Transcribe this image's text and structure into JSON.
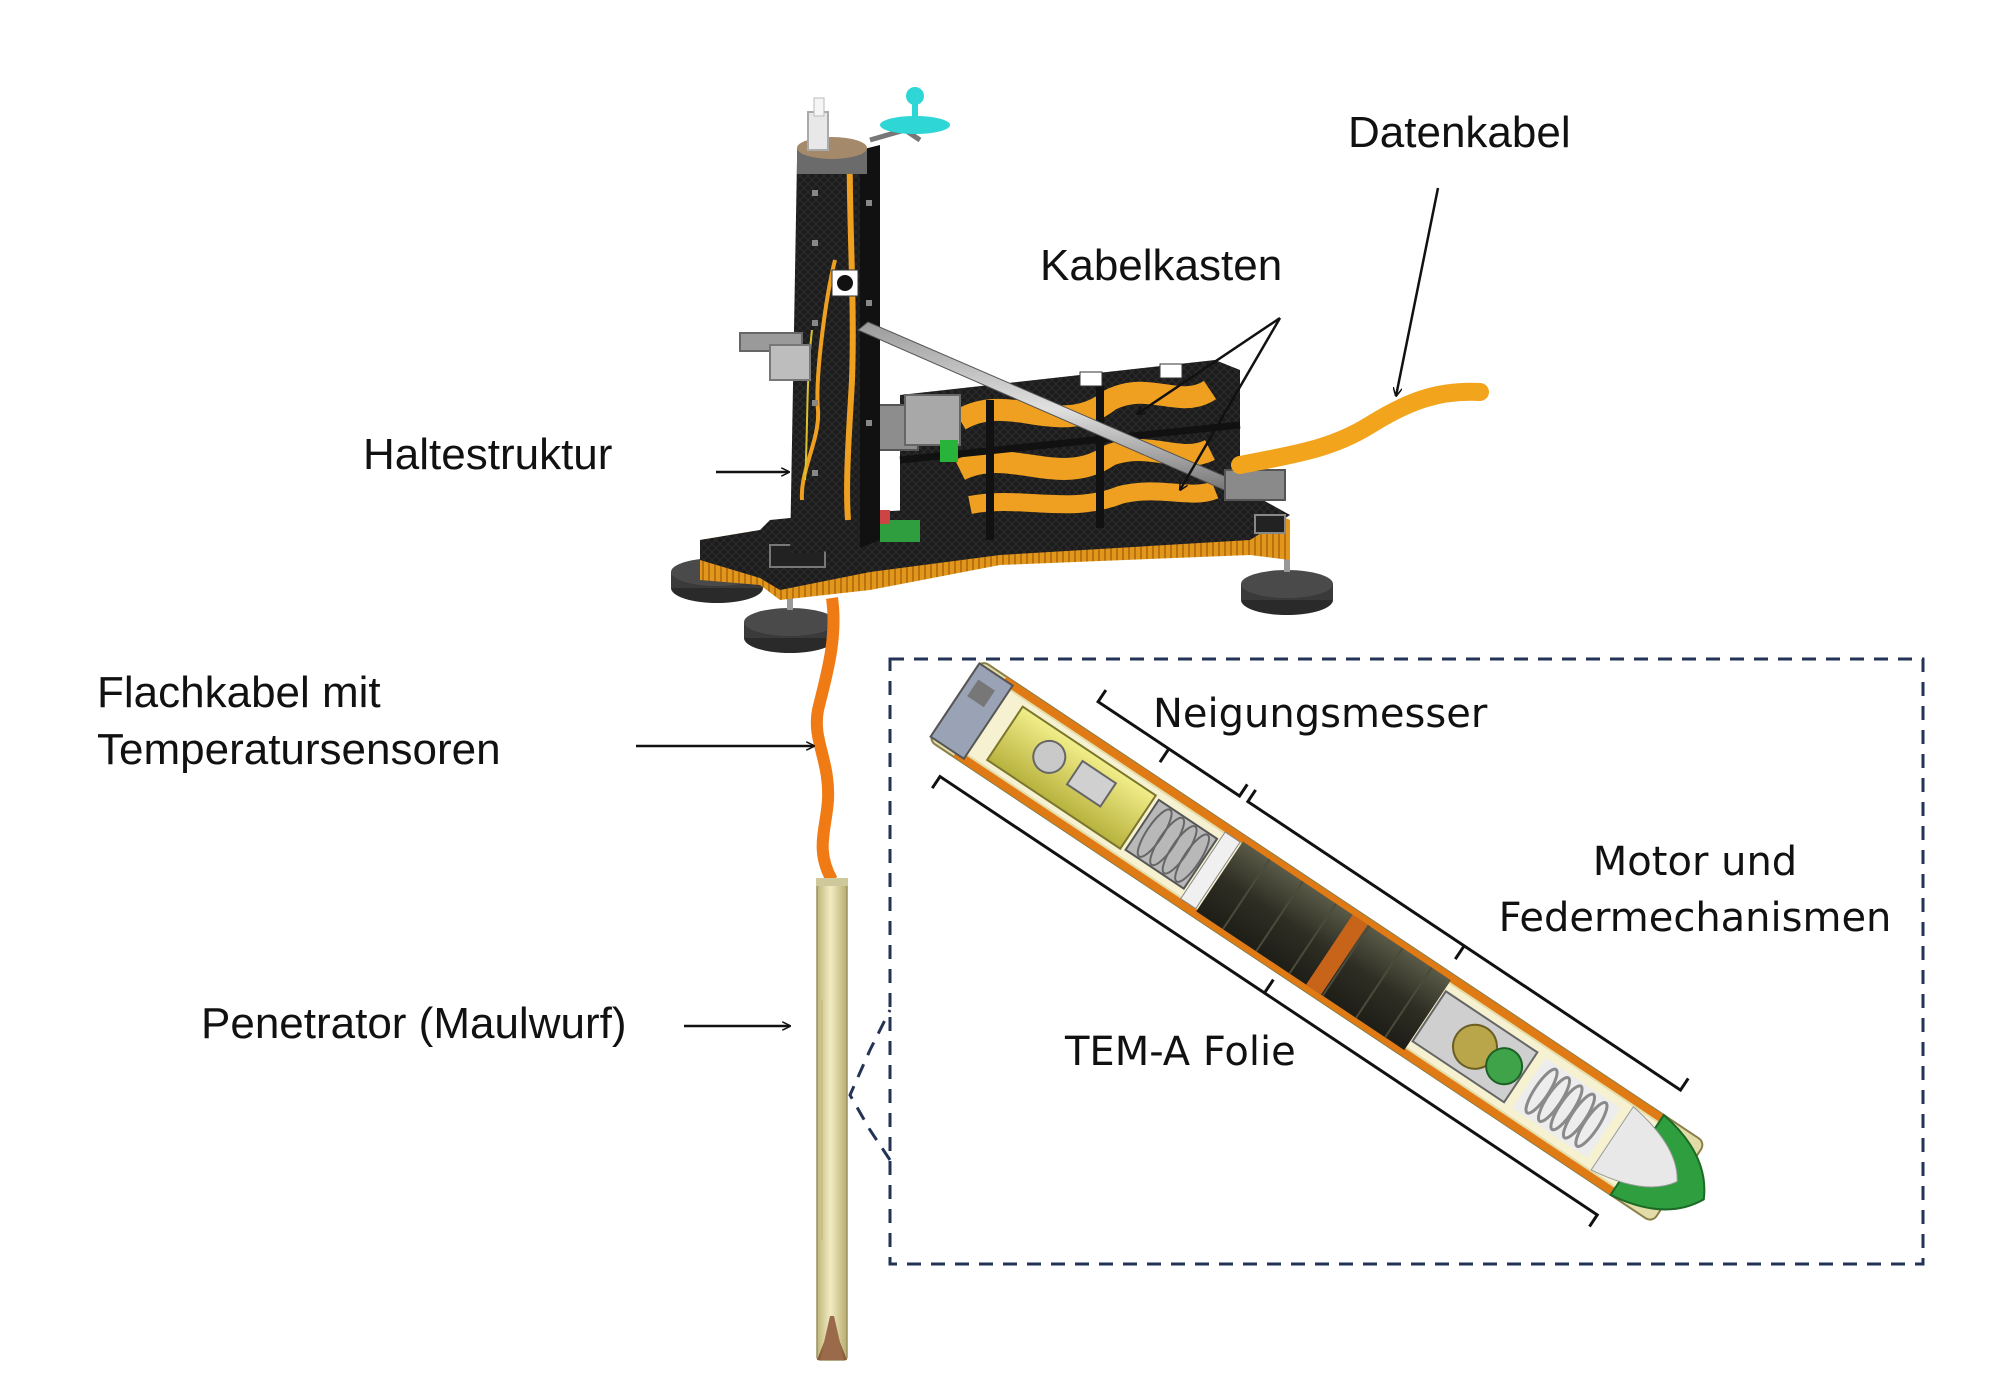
{
  "labels": {
    "datenkabel": "Datenkabel",
    "kabelkasten": "Kabelkasten",
    "haltestruktur": "Haltestruktur",
    "flachkabel_line1": "Flachkabel mit",
    "flachkabel_line2": "Temperatursensoren",
    "penetrator": "Penetrator (Maulwurf)",
    "neigungsmesser": "Neigungsmesser",
    "motor_line1": "Motor und",
    "motor_line2": "Federmechanismen",
    "tem_a_folie": "TEM-A Folie"
  },
  "colors": {
    "carbon_frame": "#1c1c1c",
    "kapton_orange": "#f0a020",
    "penetrator_tube": "#e6dfa6",
    "inset_border": "#223355",
    "motor_dark": "#3a3a2e",
    "nose_green": "#2f9e3f",
    "cyan_marker": "#2ed6d6"
  }
}
